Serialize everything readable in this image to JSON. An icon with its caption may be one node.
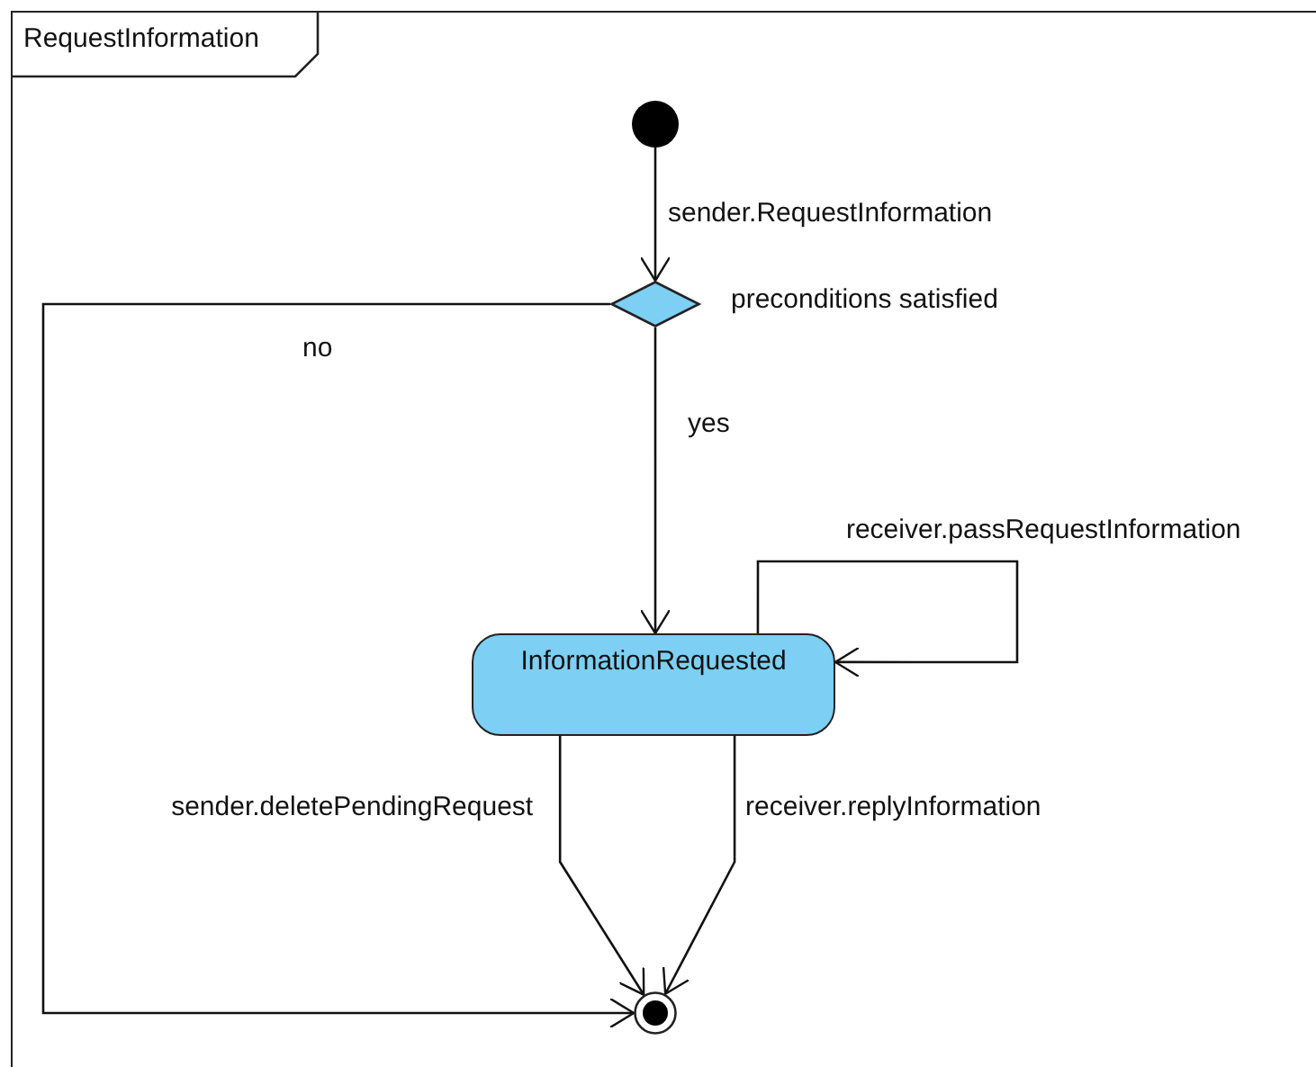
{
  "diagram": {
    "nodes": [
      {
        "text": [
          "RequestInformation"
        ]
      },
      {
        "text": [],
        "shape": "circle",
        "in": 0
      },
      {
        "text": [],
        "shape": "diamond",
        "in": 0,
        "beside": [
          "preconditions satisfied"
        ]
      },
      {
        "text": [
          "InformationRequested"
        ],
        "in": 0
      },
      {
        "text": [],
        "shape": "circle",
        "in": 0
      }
    ],
    "edges": [
      {
        "from": 1,
        "to": 2,
        "arrow": "to",
        "label": "sender.RequestInformation"
      },
      {
        "from": 2,
        "to": 4,
        "arrow": "to",
        "label": "no"
      },
      {
        "from": 2,
        "to": 3,
        "arrow": "to",
        "label": "yes"
      },
      {
        "from": 3,
        "to": 3,
        "arrow": "to",
        "label": "receiver.passRequestInformation"
      },
      {
        "from": 3,
        "to": 4,
        "arrow": "to",
        "label": "sender.deletePendingRequest"
      },
      {
        "from": 3,
        "to": 4,
        "arrow": "to",
        "label": "receiver.replyInformation"
      }
    ]
  }
}
